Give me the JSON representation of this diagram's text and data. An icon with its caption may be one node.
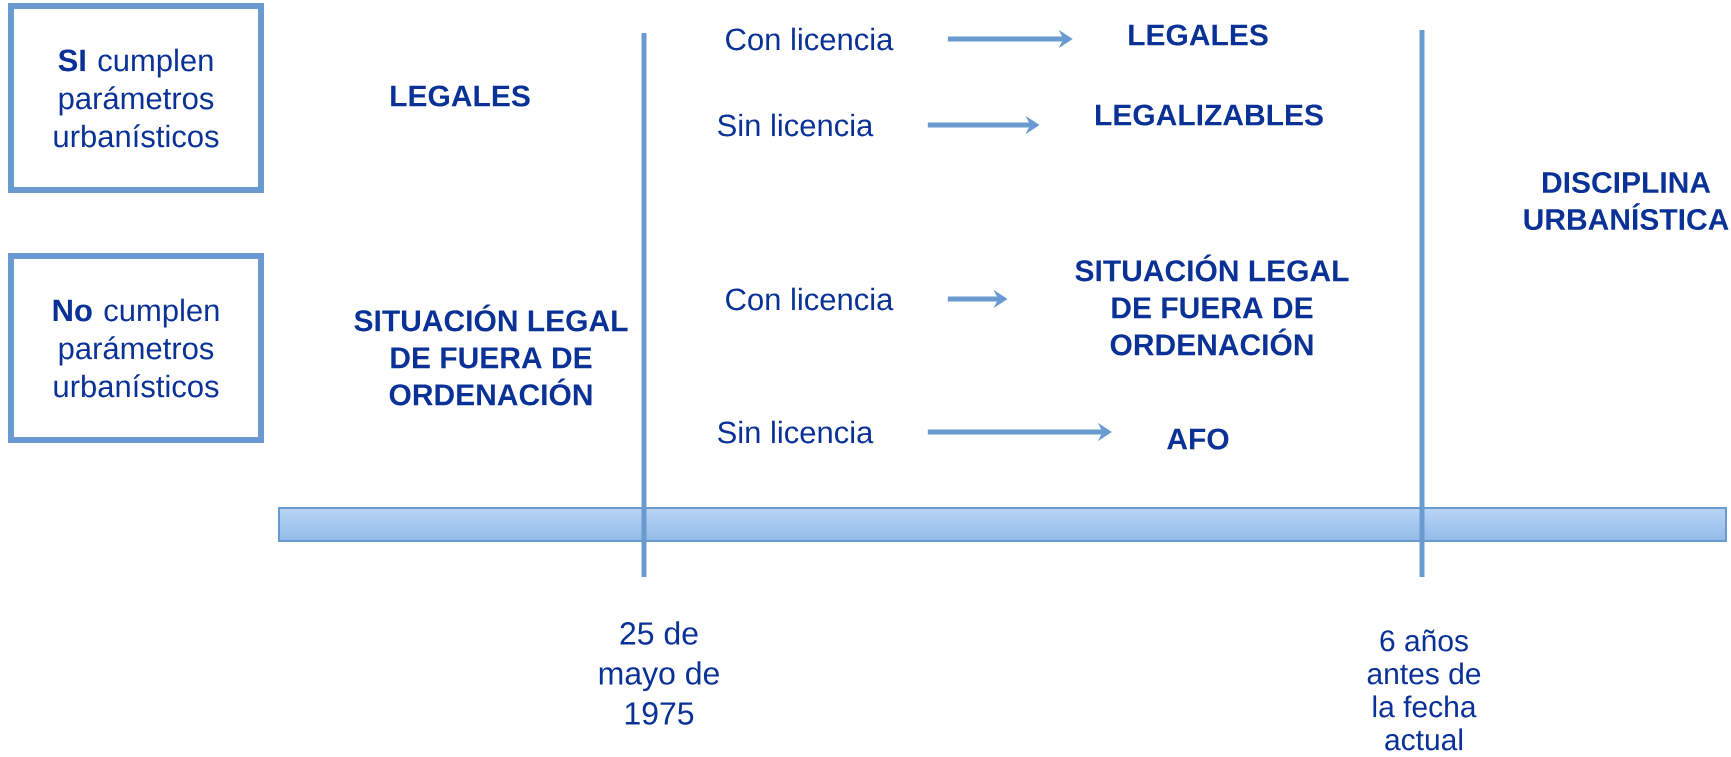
{
  "diagram": {
    "nodes": [
      {
        "text": [
          "**SI** cumplen parámetros urbanísticos"
        ]
      },
      {
        "text": [
          "**No** cumplen parámetros urbanísticos"
        ]
      },
      {
        "text": [
          "Con licencia"
        ]
      },
      {
        "text": [
          "LEGALES"
        ]
      },
      {
        "text": [
          "Sin licencia"
        ]
      },
      {
        "text": [
          "LEGALIZABLES"
        ]
      },
      {
        "text": [
          "Con licencia"
        ]
      },
      {
        "text": [
          "SITUACIÓN LEGAL DE FUERA DE ORDENACIÓN"
        ]
      },
      {
        "text": [
          "Sin licencia"
        ]
      },
      {
        "text": [
          "AFO"
        ]
      }
    ],
    "edges": [
      {
        "from": 2,
        "to": 3,
        "arrow": "to"
      },
      {
        "from": 4,
        "to": 5,
        "arrow": "to"
      },
      {
        "from": 6,
        "to": 7,
        "arrow": "to"
      },
      {
        "from": 8,
        "to": 9,
        "arrow": "to"
      }
    ],
    "labels": [
      "LEGALES",
      "SITUACIÓN LEGAL DE FUERA DE ORDENACIÓN",
      "DISCIPLINA URBANÍSTICA",
      "25 de mayo de 1975",
      "6 años antes de la fecha actual"
    ]
  }
}
